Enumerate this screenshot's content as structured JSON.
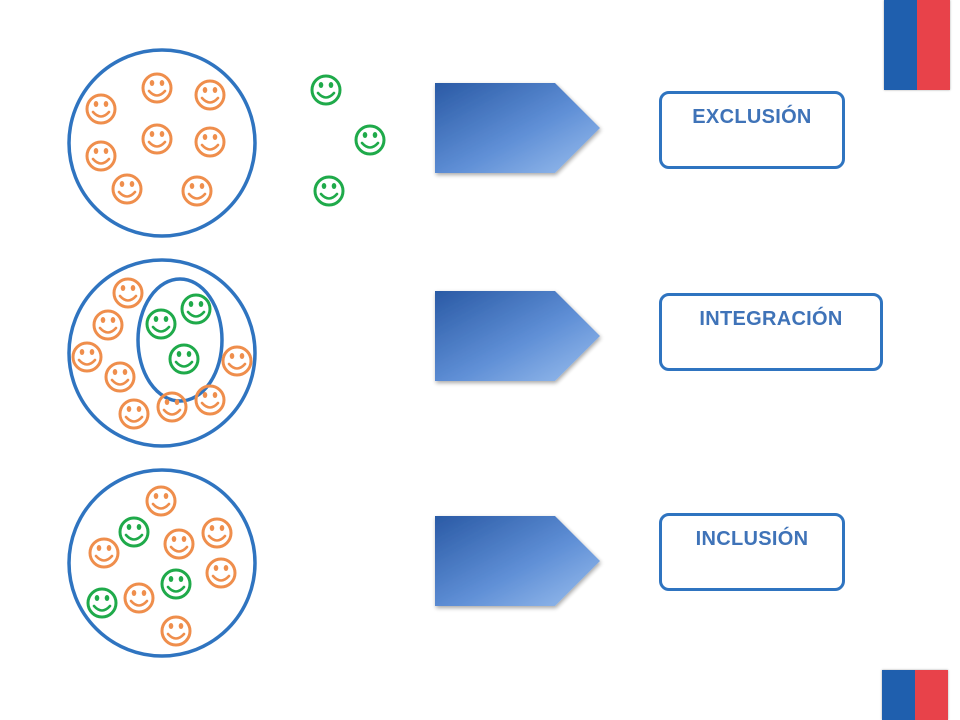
{
  "labels": {
    "exclusion": "EXCLUSIÓN",
    "integration": "INTEGRACIÓN",
    "inclusion": "INCLUSIÓN"
  },
  "colors": {
    "circle_stroke": "#2f74c0",
    "label_text": "#3f73b8",
    "face_orange": "#ef8e4c",
    "face_green": "#1faa4a",
    "arrow_dark": "#2c5fa8",
    "arrow_light": "#8eb5ea",
    "flag_blue": "#1f5fae",
    "flag_red": "#e8424a"
  },
  "icons": {
    "face": "smiley-face-icon",
    "arrow": "pentagon-arrow-icon",
    "flag": "chile-flag-icon"
  }
}
